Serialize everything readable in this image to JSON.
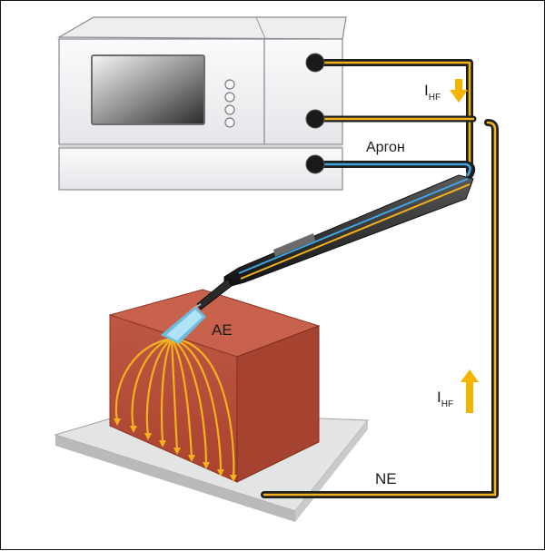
{
  "labels": {
    "current_top": "I",
    "current_top_sub": "HF",
    "argon": "Аргон",
    "active_electrode": "AE",
    "current_bottom": "I",
    "current_bottom_sub": "HF",
    "neutral_electrode": "NE"
  },
  "colors": {
    "hf_cable": "#f2b21c",
    "argon_line": "#3fa4df",
    "cable_sheath": "#1e1e1e",
    "arrow": "#f4b400",
    "tissue": "#b8503e",
    "plate": "#dcdede",
    "device": "#f2f2f4"
  },
  "icons": {
    "arrow_down": "arrow-down-icon",
    "arrow_up": "arrow-up-icon"
  }
}
